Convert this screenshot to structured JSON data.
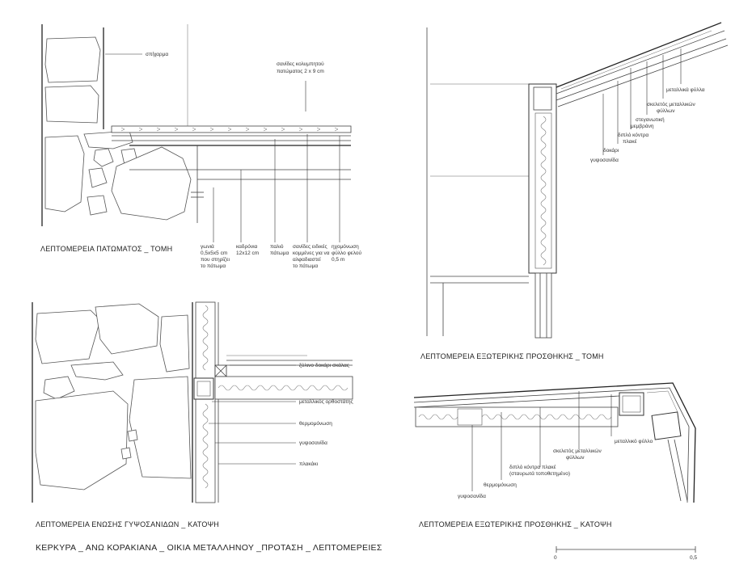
{
  "floor_detail": {
    "title": "ΛΕΠΤΟΜΕΡΕΙΑ ΠΑΤΩΜΑΤΟΣ _ ΤΟΜΗ",
    "labels": {
      "sticharma": "σπίχαρμα",
      "sanides_1": "σανίδες κολυμπητού",
      "sanides_2": "πατώματος 2 x 9 cm",
      "gonia_1": "γωνιά",
      "gonia_2": "0,5x5x5 cm",
      "gonia_3": "που στηρίζει",
      "gonia_4": "το πάτωμα",
      "kadronia_1": "καδρόνια",
      "kadronia_2": "12x12 cm",
      "palio_1": "παλιό",
      "palio_2": "πάτωμα",
      "eidikes_1": "σανίδες ειδικές",
      "eidikes_2": "κομμένες για να",
      "eidikes_3": "αλφαδιαστεί",
      "eidikes_4": "το πάτωμα",
      "ichomonosi_1": "ηχομόνωση",
      "ichomonosi_2": "φύλλο φελού",
      "ichomonosi_3": "0,5 m"
    }
  },
  "exterior_section": {
    "title": "ΛΕΠΤΟΜΕΡΕΙΑ ΕΞΩΤΕΡΙΚΗΣ ΠΡΟΣΘΗΚΗΣ _ ΤΟΜΗ",
    "labels": {
      "metallika_fylla": "μεταλλικά φύλλα",
      "skeletos_1": "σκελετός μεταλλικών",
      "skeletos_2": "φύλλων",
      "steganotiki_1": "στεγανωτική",
      "steganotiki_2": "μεμβράνη",
      "diplo_1": "διπλό κόντρα",
      "diplo_2": "πλακέ",
      "dokari": "δοκάρι",
      "gypsosanida": "γυψοσανίδα"
    }
  },
  "joint_plan": {
    "title": "ΛΕΠΤΟΜΕΡΕΙΑ ΕΝΩΣΗΣ ΓΥΨΟΣΑΝΙΔΩΝ _ ΚΑΤΟΨΗ",
    "labels": {
      "xylino": "ξύλινο δοκάρι σκάλας",
      "orthostatis": "μεταλλικός ορθοστάτης",
      "thermomonosi": "θερμομόνωση",
      "gypsosanida": "γυψοσανίδα",
      "plakaki": "πλακάκι"
    }
  },
  "exterior_plan": {
    "title": "ΛΕΠΤΟΜΕΡΕΙΑ ΕΞΩΤΕΡΙΚΗΣ ΠΡΟΣΘΗΚΗΣ _ ΚΑΤΟΨΗ",
    "labels": {
      "metalliko_fyllo": "μεταλλικό φύλλο",
      "skeletos_1": "σκελετός μεταλλικών",
      "skeletos_2": "φύλλων",
      "diplo_1": "διπλό κόντρα πλακέ",
      "diplo_2": "(σταυρωτά τοποθετημένο)",
      "thermomonosi": "θερμομόνωση",
      "gypsosanida": "γυψοσανίδα"
    }
  },
  "sheet_title": "ΚΕΡΚΥΡΑ _ ΑΝΩ ΚΟΡΑΚΙΑΝΑ _ ΟΙΚΙΑ ΜΕΤΑΛΛΗΝΟΥ _ΠΡΟΤΑΣΗ _ ΛΕΠΤΟΜΕΡΕΙΕΣ",
  "scale_bar": {
    "start": "0",
    "end": "0,5"
  }
}
